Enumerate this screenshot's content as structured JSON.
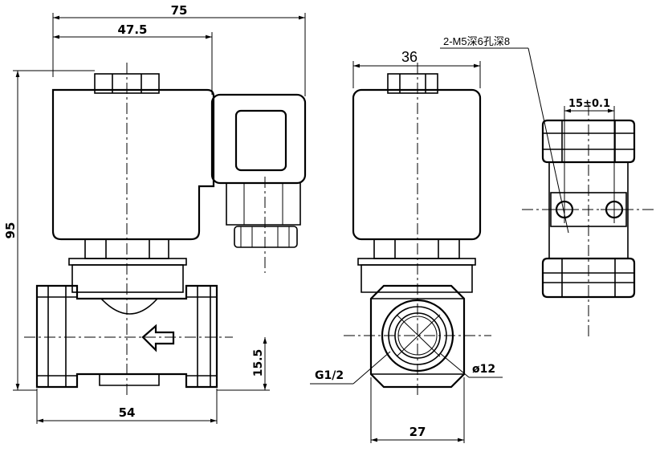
{
  "dims": {
    "overall_width": "75",
    "coil_width": "47.5",
    "height": "95",
    "port_height": "15.5",
    "body_length": "54",
    "coil_front_width": "36",
    "port_thread": "G1/2",
    "orifice": "ø12",
    "body_hex": "27",
    "hole_spacing": "15±0.1",
    "mount_holes": "2-M5深6孔深8"
  }
}
